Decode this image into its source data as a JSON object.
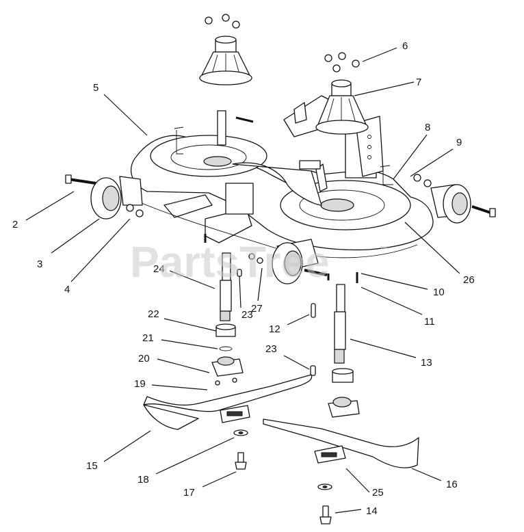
{
  "watermark": {
    "text": "PartsTree",
    "tm": "™"
  },
  "callouts": [
    {
      "name": "callout-1",
      "label": "2"
    },
    {
      "name": "callout-2",
      "label": "3"
    },
    {
      "name": "callout-3",
      "label": "4"
    },
    {
      "name": "callout-4",
      "label": "5"
    },
    {
      "name": "callout-5",
      "label": "6"
    },
    {
      "name": "callout-6",
      "label": "7"
    },
    {
      "name": "callout-7",
      "label": "8"
    },
    {
      "name": "callout-8",
      "label": "9"
    },
    {
      "name": "callout-9",
      "label": "10"
    },
    {
      "name": "callout-10",
      "label": "11"
    },
    {
      "name": "callout-11",
      "label": "12"
    },
    {
      "name": "callout-12",
      "label": "13"
    },
    {
      "name": "callout-13",
      "label": "14"
    },
    {
      "name": "callout-14",
      "label": "15"
    },
    {
      "name": "callout-15",
      "label": "16"
    },
    {
      "name": "callout-16",
      "label": "17"
    },
    {
      "name": "callout-17",
      "label": "18"
    },
    {
      "name": "callout-18",
      "label": "19"
    },
    {
      "name": "callout-19",
      "label": "20"
    },
    {
      "name": "callout-20",
      "label": "21"
    },
    {
      "name": "callout-21",
      "label": "22"
    },
    {
      "name": "callout-22",
      "label": "23"
    },
    {
      "name": "callout-23",
      "label": "23"
    },
    {
      "name": "callout-24",
      "label": "24"
    },
    {
      "name": "callout-25",
      "label": "25"
    },
    {
      "name": "callout-26",
      "label": "26"
    },
    {
      "name": "callout-27",
      "label": "27"
    }
  ]
}
